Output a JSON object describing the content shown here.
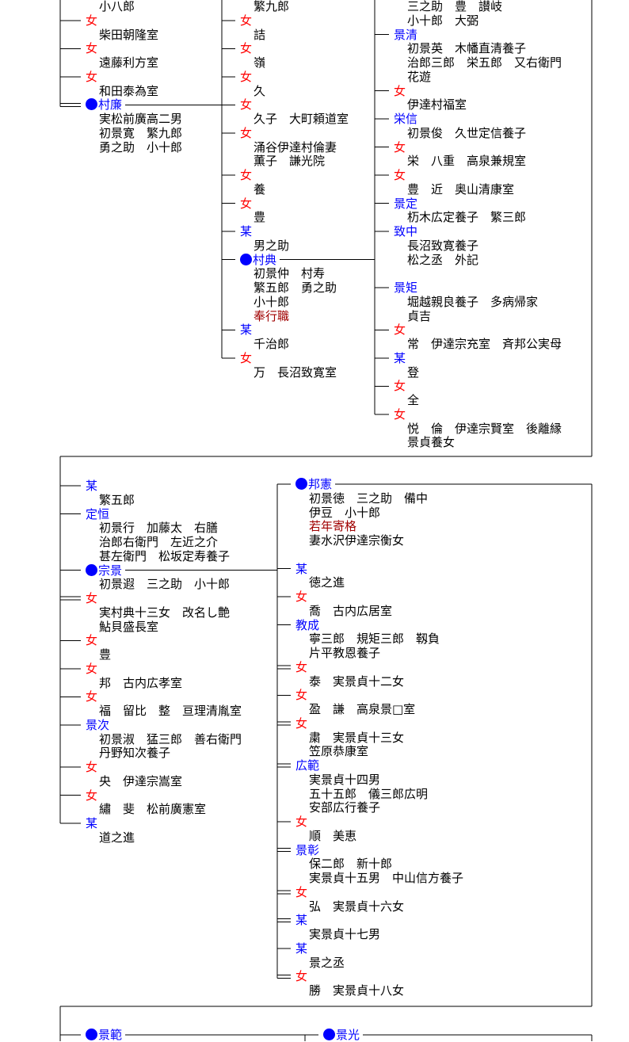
{
  "colors": {
    "male": "#0000ff",
    "female": "#ff0000",
    "heir_dot": "#0000ff",
    "office": "#a00000",
    "text": "#000000",
    "line": "#000000"
  },
  "sections": [
    {
      "columns": [
        {
          "continued_lines": [
            "小八郎"
          ],
          "entries": [
            {
              "mark": "女",
              "kind": "female",
              "lines": [
                "柴田朝隆室"
              ]
            },
            {
              "mark": "女",
              "kind": "female",
              "lines": [
                "遠藤利方室"
              ]
            },
            {
              "mark": "女",
              "kind": "female",
              "lines": [
                "和田泰為室"
              ]
            },
            {
              "mark": "村廉",
              "kind": "male",
              "heir": true,
              "double": true,
              "lines": [
                "実松前廣高二男",
                "初景寛　繁九郎",
                "勇之助　小十郎"
              ]
            }
          ]
        },
        {
          "continued_lines": [
            "繁九郎"
          ],
          "entries": [
            {
              "mark": "女",
              "kind": "female",
              "lines": [
                "詰"
              ]
            },
            {
              "mark": "女",
              "kind": "female",
              "lines": [
                "嶺"
              ]
            },
            {
              "mark": "女",
              "kind": "female",
              "lines": [
                "久"
              ]
            },
            {
              "mark": "女",
              "kind": "female",
              "lines": [
                "久子　大町頼道室"
              ]
            },
            {
              "mark": "女",
              "kind": "female",
              "lines": [
                "涌谷伊達村倫妻",
                "薫子　謙光院"
              ]
            },
            {
              "mark": "女",
              "kind": "female",
              "lines": [
                "養"
              ]
            },
            {
              "mark": "女",
              "kind": "female",
              "lines": [
                "豊"
              ]
            },
            {
              "mark": "某",
              "kind": "male",
              "lines": [
                "男之助"
              ]
            },
            {
              "mark": "村典",
              "kind": "male",
              "heir": true,
              "lines": [
                "初景仲　村寿",
                "繁五郎　勇之助",
                "小十郎"
              ],
              "office": "奉行職"
            },
            {
              "mark": "某",
              "kind": "male",
              "lines": [
                "千治郎"
              ]
            },
            {
              "mark": "女",
              "kind": "female",
              "lines": [
                "万　長沼致寛室"
              ]
            }
          ]
        },
        {
          "continued_lines": [
            "三之助　豊　讃岐",
            "小十郎　大弼"
          ],
          "entries": [
            {
              "mark": "景清",
              "kind": "male",
              "lines": [
                "初景英　木幡直清養子",
                "治郎三郎　栄五郎　又右衛門",
                "花遊"
              ]
            },
            {
              "mark": "女",
              "kind": "female",
              "lines": [
                "伊達村福室"
              ]
            },
            {
              "mark": "栄信",
              "kind": "male",
              "lines": [
                "初景俊　久世定信養子"
              ]
            },
            {
              "mark": "女",
              "kind": "female",
              "lines": [
                "栄　八重　高泉兼規室"
              ]
            },
            {
              "mark": "女",
              "kind": "female",
              "lines": [
                "豊　近　奥山清康室"
              ]
            },
            {
              "mark": "景定",
              "kind": "male",
              "lines": [
                "杤木広定養子　繁三郎"
              ]
            },
            {
              "mark": "致中",
              "kind": "male",
              "lines": [
                "長沼致寛養子",
                "松之丞　外記"
              ]
            },
            {
              "mark": "景矩",
              "kind": "male",
              "lines": [
                "堀越親良養子　多病帰家",
                "貞吉"
              ]
            },
            {
              "mark": "女",
              "kind": "female",
              "lines": [
                "常　伊達宗充室　斉邦公実母"
              ]
            },
            {
              "mark": "某",
              "kind": "male",
              "lines": [
                "登"
              ]
            },
            {
              "mark": "女",
              "kind": "female",
              "lines": [
                "全"
              ]
            },
            {
              "mark": "女",
              "kind": "female",
              "lines": [
                "悦　倫　伊達宗賢室　後離縁",
                "景貞養女"
              ]
            }
          ]
        }
      ]
    },
    {
      "columns": [
        {
          "continued_lines": [],
          "entries": [
            {
              "mark": "某",
              "kind": "male",
              "lines": [
                "繁五郎"
              ]
            },
            {
              "mark": "定恒",
              "kind": "male",
              "lines": [
                "初景行　加藤太　右膳",
                "治郎右衛門　左近之介",
                "甚左衛門　松坂定寿養子"
              ]
            },
            {
              "mark": "宗景",
              "kind": "male",
              "heir": true,
              "lines": [
                "初景遐　三之助　小十郎"
              ]
            },
            {
              "mark": "女",
              "kind": "female",
              "double": true,
              "lines": [
                "実村典十三女　改名し艶",
                "鮎貝盛長室"
              ]
            },
            {
              "mark": "女",
              "kind": "female",
              "lines": [
                "豊"
              ]
            },
            {
              "mark": "女",
              "kind": "female",
              "lines": [
                "邦　古内広孝室"
              ]
            },
            {
              "mark": "女",
              "kind": "female",
              "lines": [
                "福　留比　整　亘理清胤室"
              ]
            },
            {
              "mark": "景次",
              "kind": "male",
              "lines": [
                "初景淑　猛三郎　善右衛門",
                "丹野知次養子"
              ]
            },
            {
              "mark": "女",
              "kind": "female",
              "lines": [
                "央　伊達宗嵩室"
              ]
            },
            {
              "mark": "女",
              "kind": "female",
              "lines": [
                "繡　斐　松前廣憲室"
              ]
            },
            {
              "mark": "某",
              "kind": "male",
              "lines": [
                "道之進"
              ]
            }
          ]
        },
        {
          "continued_lines": [],
          "entries": [
            {
              "mark": "邦憲",
              "kind": "male",
              "heir": true,
              "lines": [
                "初景徳　三之助　備中",
                "伊豆　小十郎"
              ],
              "office": "若年寄格",
              "after_office": [
                "妻水沢伊達宗衡女"
              ]
            },
            {
              "mark": "某",
              "kind": "male",
              "lines": [
                "徳之進"
              ]
            },
            {
              "mark": "女",
              "kind": "female",
              "lines": [
                "喬　古内広居室"
              ]
            },
            {
              "mark": "教成",
              "kind": "male",
              "lines": [
                "寧三郎　規矩三郎　靱負",
                "片平教恩養子"
              ]
            },
            {
              "mark": "女",
              "kind": "female",
              "double": true,
              "lines": [
                "泰　実景貞十二女"
              ]
            },
            {
              "mark": "女",
              "kind": "female",
              "lines": [
                "盈　謙　高泉景□室"
              ]
            },
            {
              "mark": "女",
              "kind": "female",
              "double": true,
              "lines": [
                "粛　実景貞十三女",
                "笠原恭康室"
              ]
            },
            {
              "mark": "広範",
              "kind": "male",
              "double": true,
              "lines": [
                "実景貞十四男",
                "五十五郎　儀三郎広明",
                "安部広行養子"
              ]
            },
            {
              "mark": "女",
              "kind": "female",
              "lines": [
                "順　美恵"
              ]
            },
            {
              "mark": "景彰",
              "kind": "male",
              "double": true,
              "lines": [
                "保二郎　新十郎",
                "実景貞十五男　中山信方養子"
              ]
            },
            {
              "mark": "女",
              "kind": "female",
              "double": true,
              "lines": [
                "弘　実景貞十六女"
              ]
            },
            {
              "mark": "某",
              "kind": "male",
              "double": true,
              "lines": [
                "実景貞十七男"
              ]
            },
            {
              "mark": "某",
              "kind": "male",
              "lines": [
                "景之丞"
              ]
            },
            {
              "mark": "女",
              "kind": "female",
              "double": true,
              "lines": [
                "勝　実景貞十八女"
              ]
            }
          ]
        }
      ]
    },
    {
      "columns": [
        {
          "continued_lines": [],
          "entries": [
            {
              "mark": "景範",
              "kind": "male",
              "heir": true,
              "lines": []
            }
          ]
        },
        {
          "continued_lines": [],
          "entries": [
            {
              "mark": "景光",
              "kind": "male",
              "heir": true,
              "lines": []
            }
          ]
        }
      ]
    }
  ]
}
